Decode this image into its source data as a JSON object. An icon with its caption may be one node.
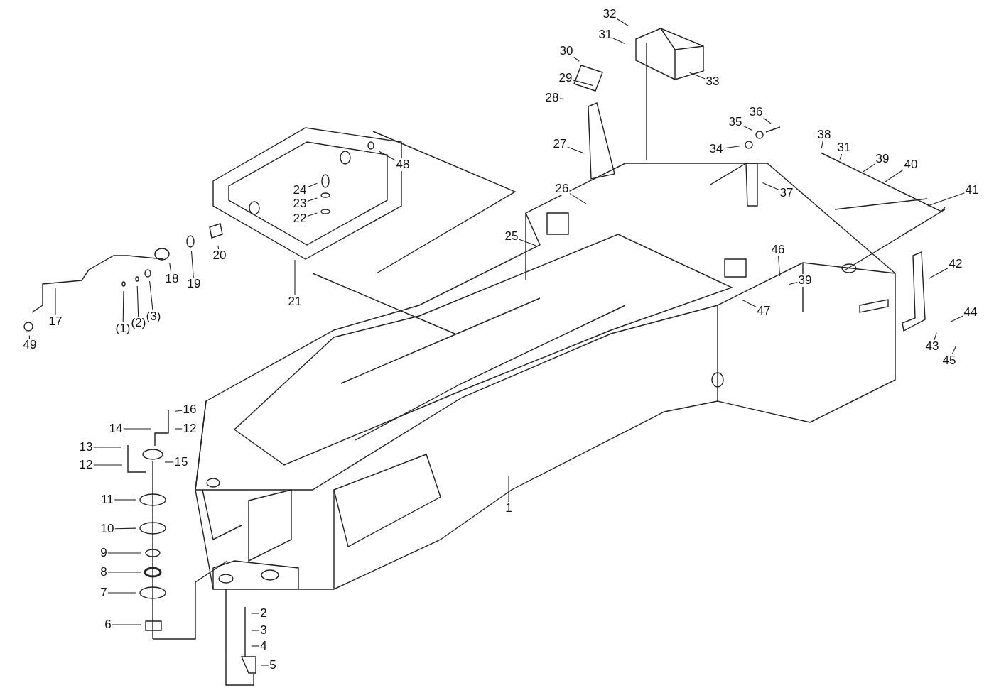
{
  "diagram": {
    "nodes": [
      {
        "text": [
          "32"
        ]
      },
      {
        "text": [
          "31"
        ]
      },
      {
        "text": [
          "30"
        ]
      },
      {
        "text": [
          "33"
        ]
      },
      {
        "text": [
          "29"
        ]
      },
      {
        "text": [
          "28"
        ]
      },
      {
        "text": [
          "36"
        ]
      },
      {
        "text": [
          "35"
        ]
      },
      {
        "text": [
          "38"
        ]
      },
      {
        "text": [
          "34"
        ]
      },
      {
        "text": [
          "27"
        ]
      },
      {
        "text": [
          "31"
        ]
      },
      {
        "text": [
          "39"
        ]
      },
      {
        "text": [
          "48"
        ]
      },
      {
        "text": [
          "40"
        ]
      },
      {
        "text": [
          "41"
        ]
      },
      {
        "text": [
          "26"
        ]
      },
      {
        "text": [
          "24"
        ]
      },
      {
        "text": [
          "37"
        ]
      },
      {
        "text": [
          "23"
        ]
      },
      {
        "text": [
          "22"
        ]
      },
      {
        "text": [
          "25"
        ]
      },
      {
        "text": [
          "20"
        ]
      },
      {
        "text": [
          "46"
        ]
      },
      {
        "text": [
          "42"
        ]
      },
      {
        "text": [
          "18"
        ]
      },
      {
        "text": [
          "39"
        ]
      },
      {
        "text": [
          "19"
        ]
      },
      {
        "text": [
          "21"
        ]
      },
      {
        "text": [
          "47"
        ]
      },
      {
        "text": [
          "44"
        ]
      },
      {
        "text": [
          "(3)"
        ]
      },
      {
        "text": [
          "17"
        ]
      },
      {
        "text": [
          "(2)"
        ]
      },
      {
        "text": [
          "(1)"
        ]
      },
      {
        "text": [
          "49"
        ]
      },
      {
        "text": [
          "43"
        ]
      },
      {
        "text": [
          "45"
        ]
      },
      {
        "text": [
          "16"
        ]
      },
      {
        "text": [
          "12"
        ]
      },
      {
        "text": [
          "14"
        ]
      },
      {
        "text": [
          "13"
        ]
      },
      {
        "text": [
          "15"
        ]
      },
      {
        "text": [
          "12"
        ]
      },
      {
        "text": [
          "11"
        ]
      },
      {
        "text": [
          "1"
        ]
      },
      {
        "text": [
          "10"
        ]
      },
      {
        "text": [
          "9"
        ]
      },
      {
        "text": [
          "8"
        ]
      },
      {
        "text": [
          "7"
        ]
      },
      {
        "text": [
          "2"
        ]
      },
      {
        "text": [
          "6"
        ]
      },
      {
        "text": [
          "3"
        ]
      },
      {
        "text": [
          "4"
        ]
      },
      {
        "text": [
          "5"
        ]
      }
    ],
    "edges": [
      {
        "from": 0,
        "to": null,
        "arrow": "none"
      },
      {
        "from": 1,
        "to": null,
        "arrow": "none"
      },
      {
        "from": 2,
        "to": null,
        "arrow": "none"
      },
      {
        "from": 3,
        "to": null,
        "arrow": "none"
      },
      {
        "from": 4,
        "to": null,
        "arrow": "none"
      },
      {
        "from": 5,
        "to": null,
        "arrow": "none"
      },
      {
        "from": 6,
        "to": null,
        "arrow": "none"
      },
      {
        "from": 7,
        "to": null,
        "arrow": "none"
      },
      {
        "from": 8,
        "to": null,
        "arrow": "none"
      },
      {
        "from": 9,
        "to": null,
        "arrow": "none"
      },
      {
        "from": 10,
        "to": null,
        "arrow": "none"
      },
      {
        "from": 11,
        "to": null,
        "arrow": "none"
      },
      {
        "from": 12,
        "to": null,
        "arrow": "none"
      },
      {
        "from": 13,
        "to": null,
        "arrow": "none"
      },
      {
        "from": 14,
        "to": null,
        "arrow": "none"
      },
      {
        "from": 15,
        "to": null,
        "arrow": "none"
      },
      {
        "from": 16,
        "to": null,
        "arrow": "none"
      },
      {
        "from": 17,
        "to": null,
        "arrow": "none"
      },
      {
        "from": 18,
        "to": null,
        "arrow": "none"
      },
      {
        "from": 19,
        "to": null,
        "arrow": "none"
      },
      {
        "from": 20,
        "to": null,
        "arrow": "none"
      },
      {
        "from": 21,
        "to": null,
        "arrow": "none"
      },
      {
        "from": 22,
        "to": null,
        "arrow": "none"
      },
      {
        "from": 23,
        "to": null,
        "arrow": "none"
      },
      {
        "from": 24,
        "to": null,
        "arrow": "none"
      },
      {
        "from": 25,
        "to": null,
        "arrow": "none"
      },
      {
        "from": 26,
        "to": null,
        "arrow": "none"
      },
      {
        "from": 27,
        "to": null,
        "arrow": "none"
      },
      {
        "from": 28,
        "to": null,
        "arrow": "none"
      },
      {
        "from": 29,
        "to": null,
        "arrow": "none"
      },
      {
        "from": 30,
        "to": null,
        "arrow": "none"
      },
      {
        "from": 31,
        "to": null,
        "arrow": "none"
      },
      {
        "from": 32,
        "to": null,
        "arrow": "none"
      },
      {
        "from": 33,
        "to": null,
        "arrow": "none"
      },
      {
        "from": 34,
        "to": null,
        "arrow": "none"
      },
      {
        "from": 35,
        "to": null,
        "arrow": "none"
      },
      {
        "from": 36,
        "to": null,
        "arrow": "none"
      },
      {
        "from": 37,
        "to": null,
        "arrow": "none"
      },
      {
        "from": 38,
        "to": null,
        "arrow": "none"
      },
      {
        "from": 39,
        "to": null,
        "arrow": "none"
      },
      {
        "from": 40,
        "to": null,
        "arrow": "none"
      },
      {
        "from": 41,
        "to": null,
        "arrow": "none"
      },
      {
        "from": 42,
        "to": null,
        "arrow": "none"
      },
      {
        "from": 43,
        "to": null,
        "arrow": "none"
      },
      {
        "from": 44,
        "to": null,
        "arrow": "none"
      },
      {
        "from": 45,
        "to": null,
        "arrow": "none"
      },
      {
        "from": 46,
        "to": null,
        "arrow": "none"
      },
      {
        "from": 47,
        "to": null,
        "arrow": "none"
      },
      {
        "from": 48,
        "to": null,
        "arrow": "none"
      },
      {
        "from": 49,
        "to": null,
        "arrow": "none"
      },
      {
        "from": 50,
        "to": null,
        "arrow": "none"
      },
      {
        "from": 51,
        "to": null,
        "arrow": "none"
      },
      {
        "from": 52,
        "to": null,
        "arrow": "none"
      },
      {
        "from": 53,
        "to": null,
        "arrow": "none"
      },
      {
        "from": 54,
        "to": null,
        "arrow": "none"
      }
    ]
  }
}
